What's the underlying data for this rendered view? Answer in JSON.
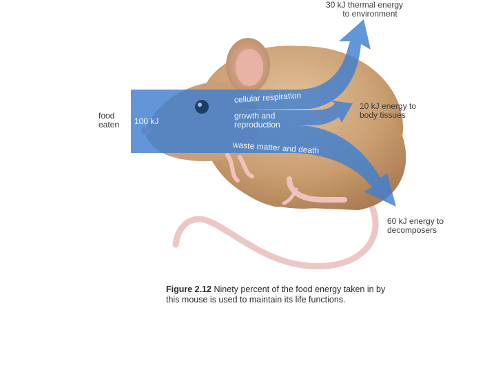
{
  "labels": {
    "food_eaten_line1": "food",
    "food_eaten_line2": "eaten",
    "input_energy": "100 kJ",
    "path_respiration": "cellular respiration",
    "path_growth_line1": "growth and",
    "path_growth_line2": "reproduction",
    "path_waste": "waste matter and death",
    "out_thermal_line1": "30 kJ thermal energy",
    "out_thermal_line2": "to environment",
    "out_tissues_line1": "10 kJ energy to",
    "out_tissues_line2": "body tissues",
    "out_decomposers_line1": "60 kJ energy to",
    "out_decomposers_line2": "decomposers"
  },
  "caption": {
    "figure_number": "Figure 2.12",
    "text_line1": "Ninety percent of the food energy taken in by",
    "text_line2": "this mouse is used to maintain its life functions."
  },
  "colors": {
    "flow_blue": "#3f7fcf",
    "mouse_fur": "#caa27a",
    "mouse_skin": "#f0c6c0",
    "tail": "#eec8c6"
  },
  "flows": [
    {
      "label": "cellular respiration",
      "kJ": 30
    },
    {
      "label": "growth and reproduction",
      "kJ": 10
    },
    {
      "label": "waste matter and death",
      "kJ": 60
    }
  ],
  "input_kJ": 100
}
